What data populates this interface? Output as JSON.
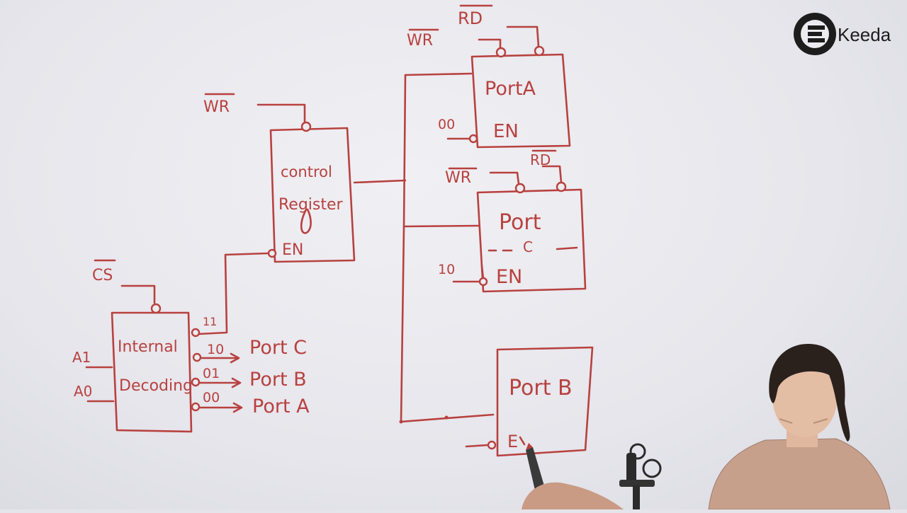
{
  "brand": {
    "logo_letter": "E",
    "logo_text": "Keeda"
  },
  "decoder": {
    "label_line1": "Internal",
    "label_line2": "Decoding",
    "chip_select": "CS",
    "input_a1": "A1",
    "input_a0": "A0",
    "out_11_code": "11",
    "outputs": [
      {
        "code": "10",
        "target": "Port C"
      },
      {
        "code": "01",
        "target": "Port B"
      },
      {
        "code": "00",
        "target": "Port A"
      }
    ]
  },
  "control_register": {
    "line1": "control",
    "line2": "Register",
    "write": "WR",
    "enable": "EN"
  },
  "port_a": {
    "label": "PortA",
    "read": "RD",
    "write": "WR",
    "select_code": "00",
    "enable": "EN"
  },
  "port_c": {
    "label": "Port",
    "sub_label": "C",
    "read": "RD",
    "write": "WR",
    "select_code": "10",
    "enable": "EN"
  },
  "port_b": {
    "label": "Port B",
    "enable": "E"
  },
  "colors": {
    "ink": "#b8413f",
    "board": "#ececf0"
  }
}
